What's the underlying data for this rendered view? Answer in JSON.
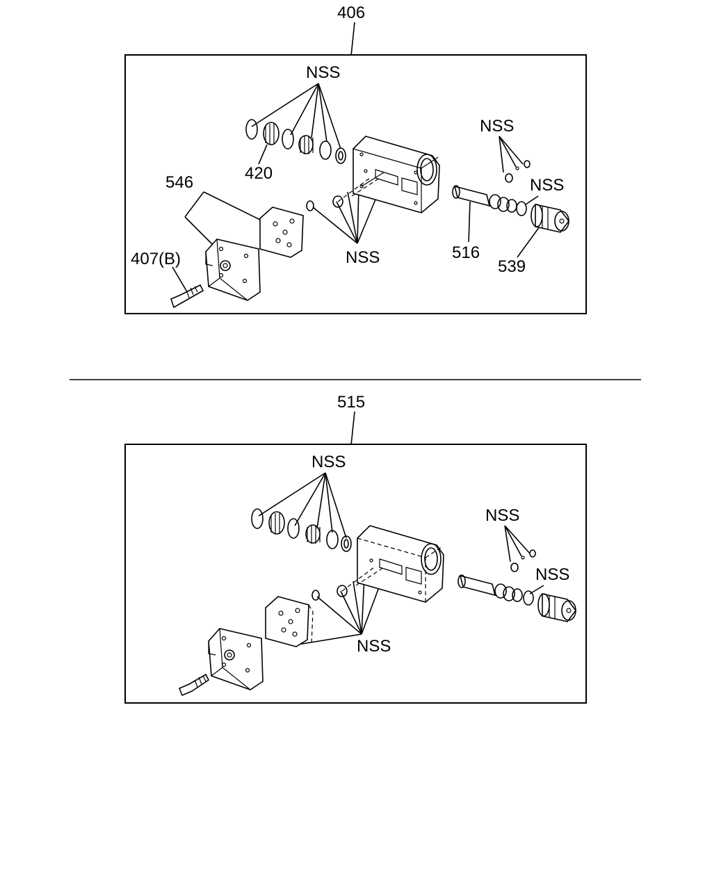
{
  "diagram": {
    "upper": {
      "assembly_label": "406",
      "callouts": {
        "nss_top": "NSS",
        "spring_420": "420",
        "gasket_546": "546",
        "bolt_407": "407(B)",
        "nss_center": "NSS",
        "nss_valve": "NSS",
        "nss_plug": "NSS",
        "valve_516": "516",
        "plug_539": "539"
      }
    },
    "lower": {
      "assembly_label": "515",
      "callouts": {
        "nss_top": "NSS",
        "nss_valve": "NSS",
        "nss_plug": "NSS",
        "nss_center": "NSS"
      }
    }
  }
}
